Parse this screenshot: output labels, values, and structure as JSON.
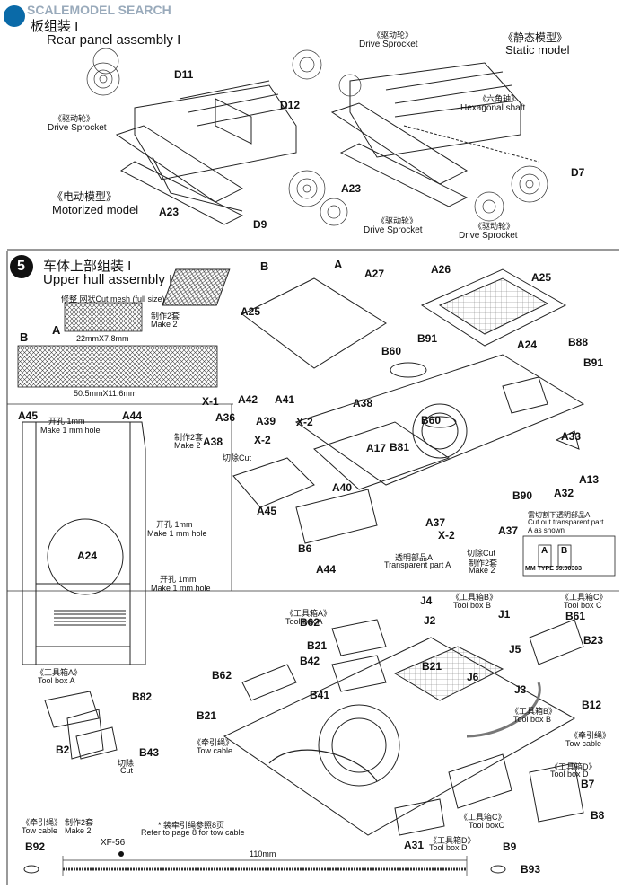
{
  "watermark": "SCALEMODEL SEARCH",
  "step4": {
    "title_cn": "板组装 I",
    "title_en": "Rear panel assembly I",
    "static_cn": "《静态模型》",
    "static_en": "Static model",
    "motor_cn": "《电动模型》",
    "motor_en": "Motorized model",
    "sprocket_cn": "《驱动轮》",
    "sprocket_en": "Drive Sprocket",
    "hex_cn": "《六角轴》",
    "hex_en": "Hexagonal shaft",
    "parts": {
      "d11": "D11",
      "d12": "D12",
      "d9": "D9",
      "d7": "D7",
      "a23a": "A23",
      "a23b": "A23"
    }
  },
  "step5": {
    "number": "5",
    "title_cn": "车体上部组装 I",
    "title_en": "Upper hull assembly I",
    "cut_mesh": "修整 网状Cut mesh (full size)",
    "mesh_a_label": "A",
    "mesh_b_label": "B",
    "mesh_a_dim": "22mmX7.8mm",
    "mesh_b_dim": "50.5mmX11.6mm",
    "make2_cn": "制作2套",
    "make2_en": "Make 2",
    "hole_cn": "开孔 1mm",
    "hole_en": "Make 1 mm hole",
    "cut_cn": "切除Cut",
    "transparent_cn": "透明部品A",
    "transparent_en": "Transparent part A",
    "cut_trans_cn": "需切割下透明部品A",
    "cut_trans_en1": "Cut out transparent part",
    "cut_trans_en2": "A as shown",
    "mm_type": "MM TYPE 59.00303",
    "parts": {
      "a45": "A45",
      "a44": "A44",
      "a24": "A24",
      "b": "B",
      "a": "A",
      "a25": "A25",
      "a27": "A27",
      "a26": "A26",
      "a25b": "A25",
      "b91": "B91",
      "b88": "B88",
      "b91b": "B91",
      "a24b": "A24",
      "b60": "B60",
      "b60b": "B60",
      "a38": "A38",
      "x1": "X-1",
      "a42": "A42",
      "a41": "A41",
      "a36": "A36",
      "a39": "A39",
      "x2": "X-2",
      "a38b": "A38",
      "x2b": "X-2",
      "a17": "A17",
      "b81": "B81",
      "a33": "A33",
      "a13": "A13",
      "a32": "A32",
      "b90": "B90",
      "a40": "A40",
      "a45b": "A45",
      "b6": "B6",
      "a44b": "A44",
      "a37": "A37",
      "a37b": "A37",
      "x2c": "X-2",
      "boxA": "A",
      "boxB": "B"
    }
  },
  "step6": {
    "toolbox_a_cn": "《工具箱A》",
    "toolbox_a_en": "Tool box A",
    "toolbox_b_cn": "《工具箱B》",
    "toolbox_b_en": "Tool box B",
    "toolbox_c_cn": "《工具箱C》",
    "toolbox_c_en": "Tool box C",
    "toolbox_c2_en": "Tool boxC",
    "toolbox_d_cn": "《工具箱D》",
    "toolbox_d_en": "Tool box D",
    "tow_cn": "《牵引绳》",
    "tow_en": "Tow cable",
    "cut_cn": "切除",
    "cut_en": "Cut",
    "tow_note_cn": "* 装牵引绳参照8页",
    "tow_note_en": "Refer to page 8 for tow cable",
    "make2_cn": "制作2套",
    "make2_en": "Make 2",
    "xf": "XF-56",
    "length": "110mm",
    "parts": {
      "j4": "J4",
      "j2": "J2",
      "j1": "J1",
      "j5": "J5",
      "j6": "J6",
      "j3": "J3",
      "b61": "B61",
      "b23": "B23",
      "b12": "B12",
      "b62": "B62",
      "b62b": "B62",
      "b21": "B21",
      "b42": "B42",
      "b41": "B41",
      "b21b": "B21",
      "b21c": "B21",
      "b82": "B82",
      "b2": "B2",
      "b43": "B43",
      "b7": "B7",
      "b8": "B8",
      "b9": "B9",
      "a31": "A31",
      "b92": "B92",
      "b93": "B93"
    }
  }
}
